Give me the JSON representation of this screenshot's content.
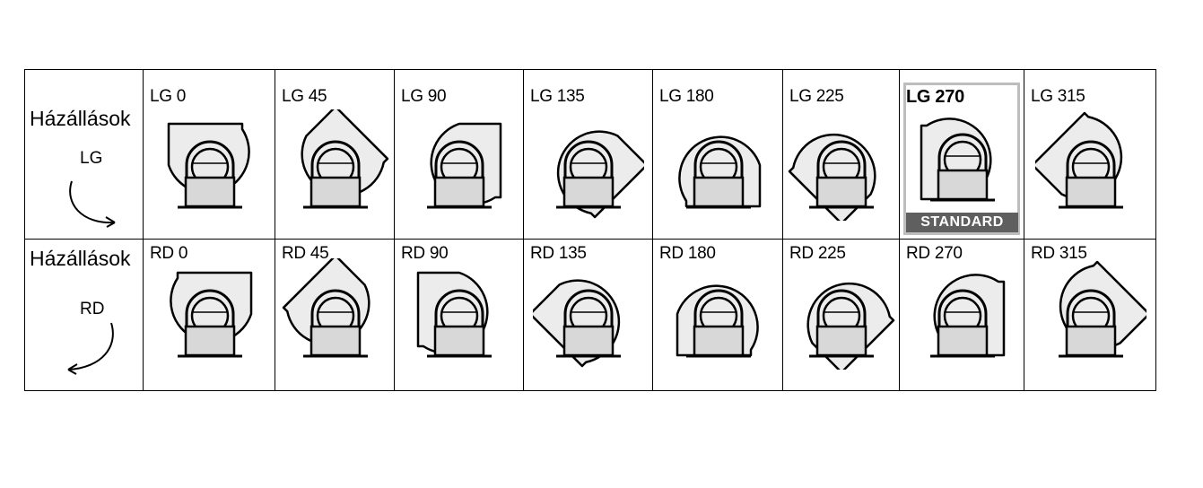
{
  "rows": [
    {
      "header": {
        "title": "Házállások",
        "code": "LG",
        "arrow": "clockwise-arrow-icon"
      },
      "positions": [
        {
          "label": "LG 0",
          "angle": 0
        },
        {
          "label": "LG 45",
          "angle": 45
        },
        {
          "label": "LG 90",
          "angle": 90
        },
        {
          "label": "LG 135",
          "angle": 135
        },
        {
          "label": "LG 180",
          "angle": 180
        },
        {
          "label": "LG 225",
          "angle": 225
        },
        {
          "label": "LG 270",
          "angle": 270,
          "standard": true,
          "standard_label": "STANDARD"
        },
        {
          "label": "LG 315",
          "angle": 315
        }
      ]
    },
    {
      "header": {
        "title": "Házállások",
        "code": "RD",
        "arrow": "counterclockwise-arrow-icon"
      },
      "positions": [
        {
          "label": "RD 0",
          "angle": 0
        },
        {
          "label": "RD 45",
          "angle": 45
        },
        {
          "label": "RD 90",
          "angle": 90
        },
        {
          "label": "RD 135",
          "angle": 135
        },
        {
          "label": "RD 180",
          "angle": 180
        },
        {
          "label": "RD 225",
          "angle": 225
        },
        {
          "label": "RD 270",
          "angle": 270
        },
        {
          "label": "RD 315",
          "angle": 315
        }
      ]
    }
  ],
  "colors": {
    "housing_fill": "#ececec",
    "outline": "#000000",
    "standard_banner": "#5f5f5f",
    "standard_border": "#bdbdbd"
  }
}
